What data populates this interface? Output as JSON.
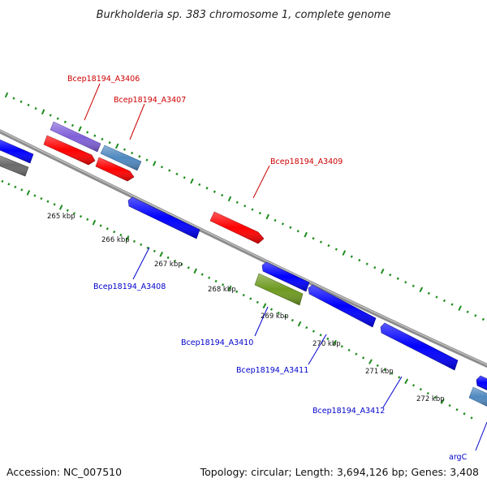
{
  "title": "Burkholderia sp. 383 chromosome 1, complete genome",
  "footer": {
    "accession": "Accession: NC_007510",
    "summary": "Topology: circular; Length: 3,694,126 bp; Genes: 3,408"
  },
  "colors": {
    "backbone": "#8c8c8c",
    "tick_marks": "#1e8c1e",
    "label_forward": "#cc0000",
    "label_reverse": "#0000cc",
    "gene_red": "#ff0000",
    "gene_blue": "#0000ff",
    "gene_purple": "#8060d8",
    "gene_steelblue": "#4f88c0",
    "gene_grey": "#6a6a6a",
    "gene_olive": "#6e9a20"
  },
  "scale_labels": [
    "265 kbp",
    "266 kbp",
    "267 kbp",
    "268 kbp",
    "269 kbp",
    "270 kbp",
    "271 kbp",
    "272 kbp"
  ],
  "gene_labels": [
    {
      "id": "bcep18194-a3406",
      "text": "Bcep18194_A3406",
      "strand": "forward"
    },
    {
      "id": "bcep18194-a3407",
      "text": "Bcep18194_A3407",
      "strand": "forward"
    },
    {
      "id": "bcep18194-a3409",
      "text": "Bcep18194_A3409",
      "strand": "forward"
    },
    {
      "id": "bcep18194-a3408",
      "text": "Bcep18194_A3408",
      "strand": "reverse"
    },
    {
      "id": "bcep18194-a3410",
      "text": "Bcep18194_A3410",
      "strand": "reverse"
    },
    {
      "id": "bcep18194-a3411",
      "text": "Bcep18194_A3411",
      "strand": "reverse"
    },
    {
      "id": "bcep18194-a3412",
      "text": "Bcep18194_A3412",
      "strand": "reverse"
    },
    {
      "id": "argc",
      "text": "argC",
      "strand": "reverse"
    }
  ]
}
